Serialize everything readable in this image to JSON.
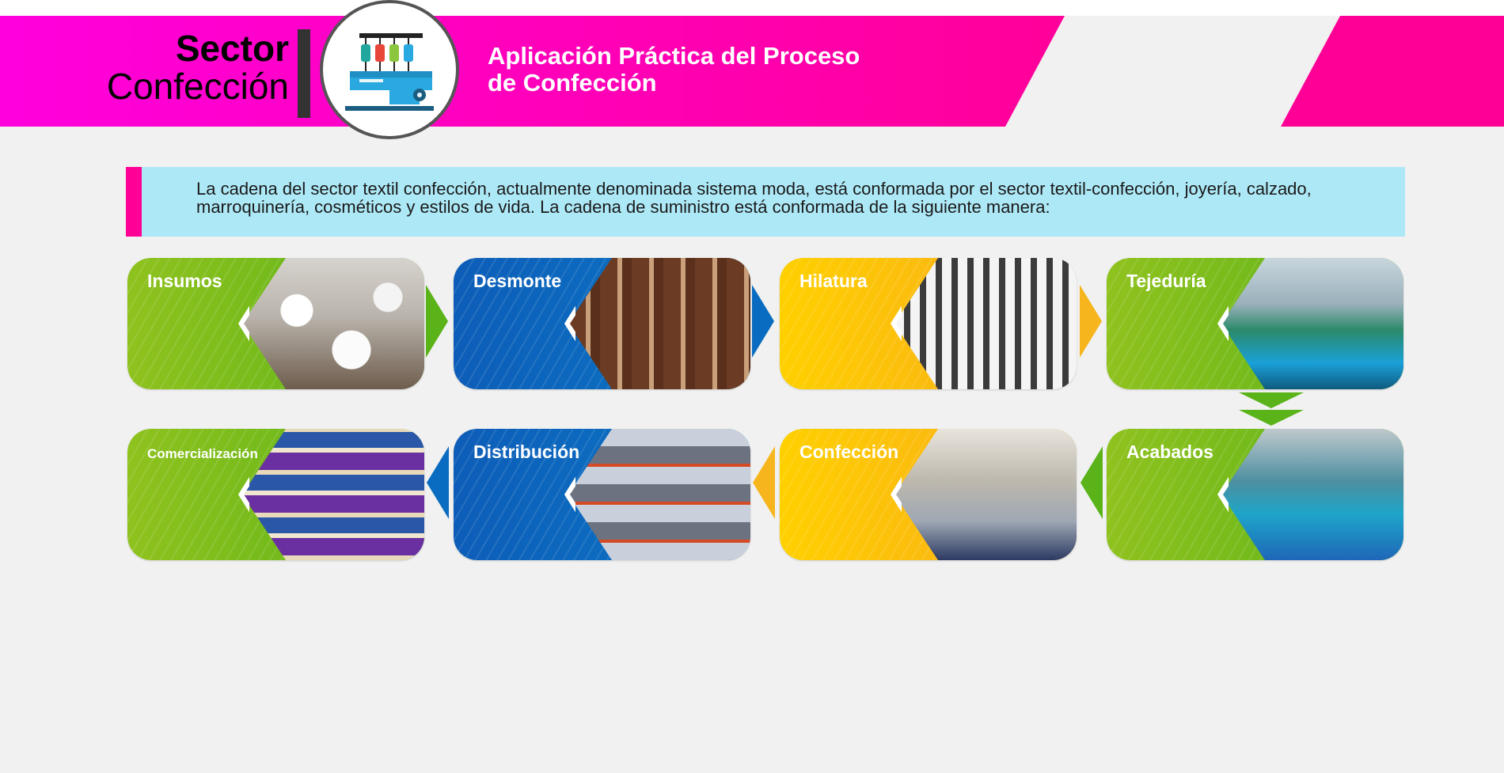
{
  "header": {
    "sector_line1": "Sector",
    "sector_line2": "Confección",
    "heading_line1": "Aplicación Práctica del Proceso",
    "heading_line2": "de Confección",
    "logo_icon": "embroidery-machine-icon"
  },
  "intro": {
    "text": "La cadena del sector textil confección, actualmente denominada sistema moda, está conformada por el sector textil-confección, joyería, calzado, marroquinería, cosméticos y estilos de vida. La cadena de suministro está conformada de la siguiente manera:"
  },
  "process": {
    "steps": [
      {
        "label": "Insumos",
        "color": "green"
      },
      {
        "label": "Desmonte",
        "color": "blue"
      },
      {
        "label": "Hilatura",
        "color": "yellow"
      },
      {
        "label": "Tejeduría",
        "color": "green"
      },
      {
        "label": "Acabados",
        "color": "green"
      },
      {
        "label": "Confección",
        "color": "yellow"
      },
      {
        "label": "Distribución",
        "color": "blue"
      },
      {
        "label": "Comercialización",
        "color": "green"
      }
    ]
  },
  "colors": {
    "magenta": "#ff0096",
    "green": "#5ab319",
    "blue": "#0a6cc0",
    "yellow": "#f7b51d",
    "intro_bg": "#ade8f6"
  }
}
